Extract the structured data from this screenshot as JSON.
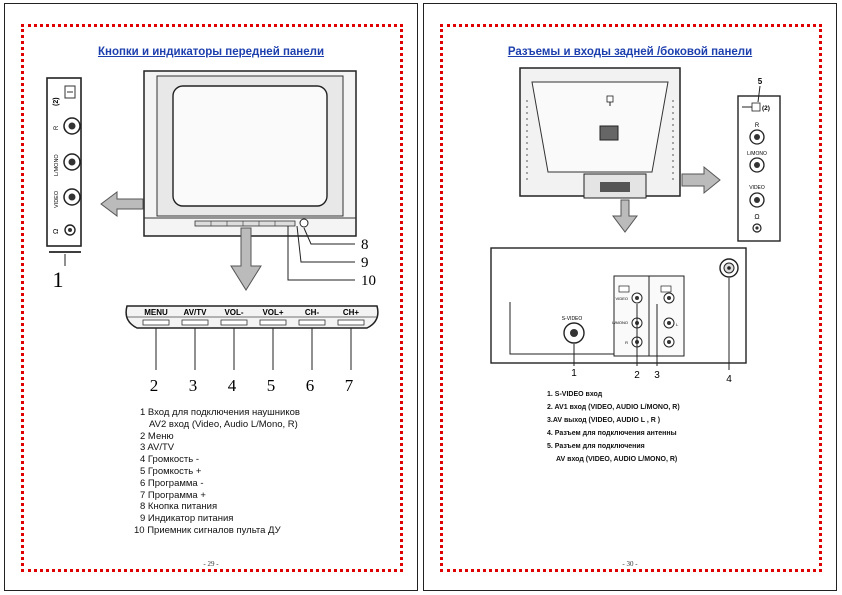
{
  "left_page": {
    "title": "Кнопки и индикаторы передней панели",
    "side_panel_labels": {
      "earphone_num": "(2)",
      "r": "R",
      "l_mono": "L/MONO",
      "video": "VIDEO"
    },
    "front_buttons": [
      "MENU",
      "AV/TV",
      "VOL-",
      "VOL+",
      "CH-",
      "CH+"
    ],
    "callouts": [
      "1",
      "2",
      "3",
      "4",
      "5",
      "6",
      "7",
      "8",
      "9",
      "10"
    ],
    "legend": [
      "1 Вход для подключения наушников",
      "AV2 вход (Video, Audio L/Mono, R)",
      "2 Меню",
      "3 AV/TV",
      "4 Громкость -",
      "5 Громкость +",
      "6 Программа -",
      "7 Программа +",
      "8 Кнопка питания",
      "9 Индикатор питания",
      "10 Приемник сигналов пульта ДУ"
    ],
    "page_number": "- 29 -"
  },
  "right_page": {
    "title": "Разъемы и входы задней /боковой панели",
    "side_panel_labels": {
      "callout": "5",
      "num": "(2)",
      "r": "R",
      "l_mono": "L/MONO",
      "video": "VIDEO"
    },
    "rear_panel_labels": {
      "s_video": "S-VIDEO",
      "video": "VIDEO",
      "l_mono": "L/MONO",
      "r": "R",
      "l": "L"
    },
    "callouts": [
      "1",
      "2",
      "3",
      "4"
    ],
    "legend": [
      "1. S-VIDEO вход",
      "2. AV1 вход (VIDEO, AUDIO L/MONO, R)",
      "3.AV выход (VIDEO, AUDIO L , R )",
      "4. Разъем для подключения антенны",
      "5. Разъем для подключения",
      "AV вход (VIDEO, AUDIO L/MONO, R)"
    ],
    "page_number": "- 30 -"
  }
}
